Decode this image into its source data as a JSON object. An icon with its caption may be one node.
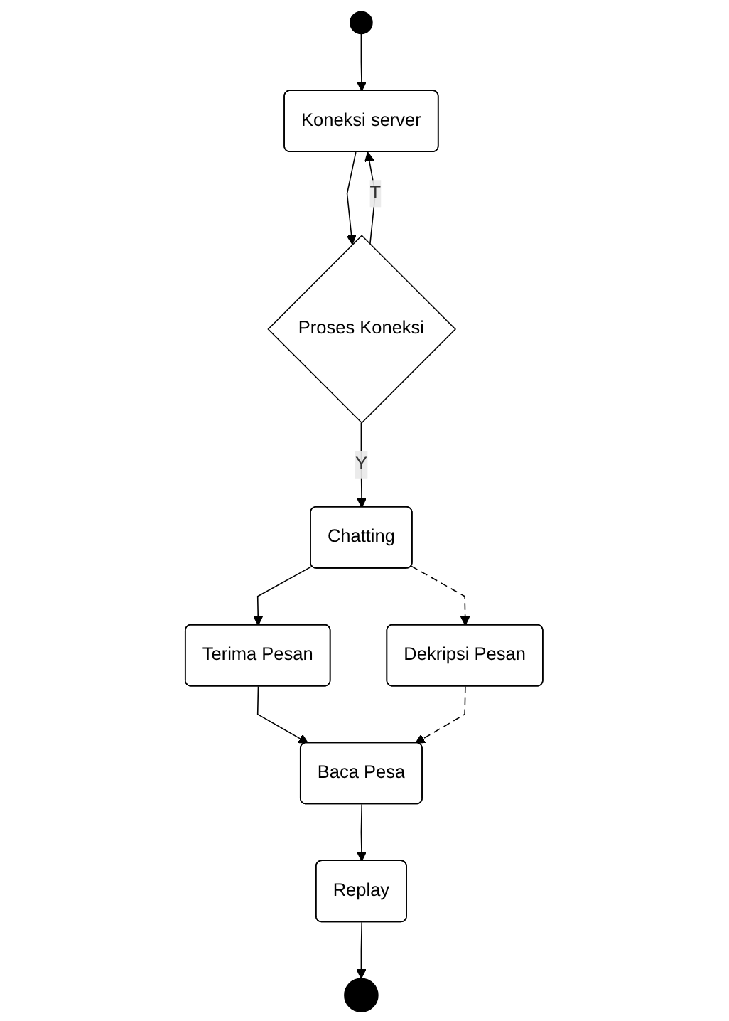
{
  "diagram": {
    "nodes": [
      {
        "text": [],
        "shape": "circle"
      },
      {
        "text": [
          "Koneksi server"
        ]
      },
      {
        "text": [
          "Proses Koneksi"
        ]
      },
      {
        "text": [
          "Chatting"
        ]
      },
      {
        "text": [
          "Terima Pesan"
        ]
      },
      {
        "text": [
          "Dekripsi Pesan"
        ]
      },
      {
        "text": [
          "Baca Pesa"
        ]
      },
      {
        "text": [
          "Replay"
        ]
      },
      {
        "text": [],
        "shape": "circle"
      }
    ],
    "edges": [
      {
        "from": 0,
        "to": 1,
        "arrow": "to"
      },
      {
        "from": 1,
        "to": 2,
        "arrow": "to"
      },
      {
        "from": 2,
        "to": 1,
        "arrow": "to",
        "label": "T"
      },
      {
        "from": 2,
        "to": 3,
        "arrow": "to",
        "label": "Y"
      },
      {
        "from": 3,
        "to": 4,
        "arrow": "to"
      },
      {
        "from": 3,
        "to": 5,
        "arrow": "to",
        "style": "dashed"
      },
      {
        "from": 4,
        "to": 6,
        "arrow": "to"
      },
      {
        "from": 5,
        "to": 6,
        "arrow": "to",
        "style": "dashed"
      },
      {
        "from": 6,
        "to": 7,
        "arrow": "to"
      },
      {
        "from": 7,
        "to": 8,
        "arrow": "to"
      }
    ]
  }
}
